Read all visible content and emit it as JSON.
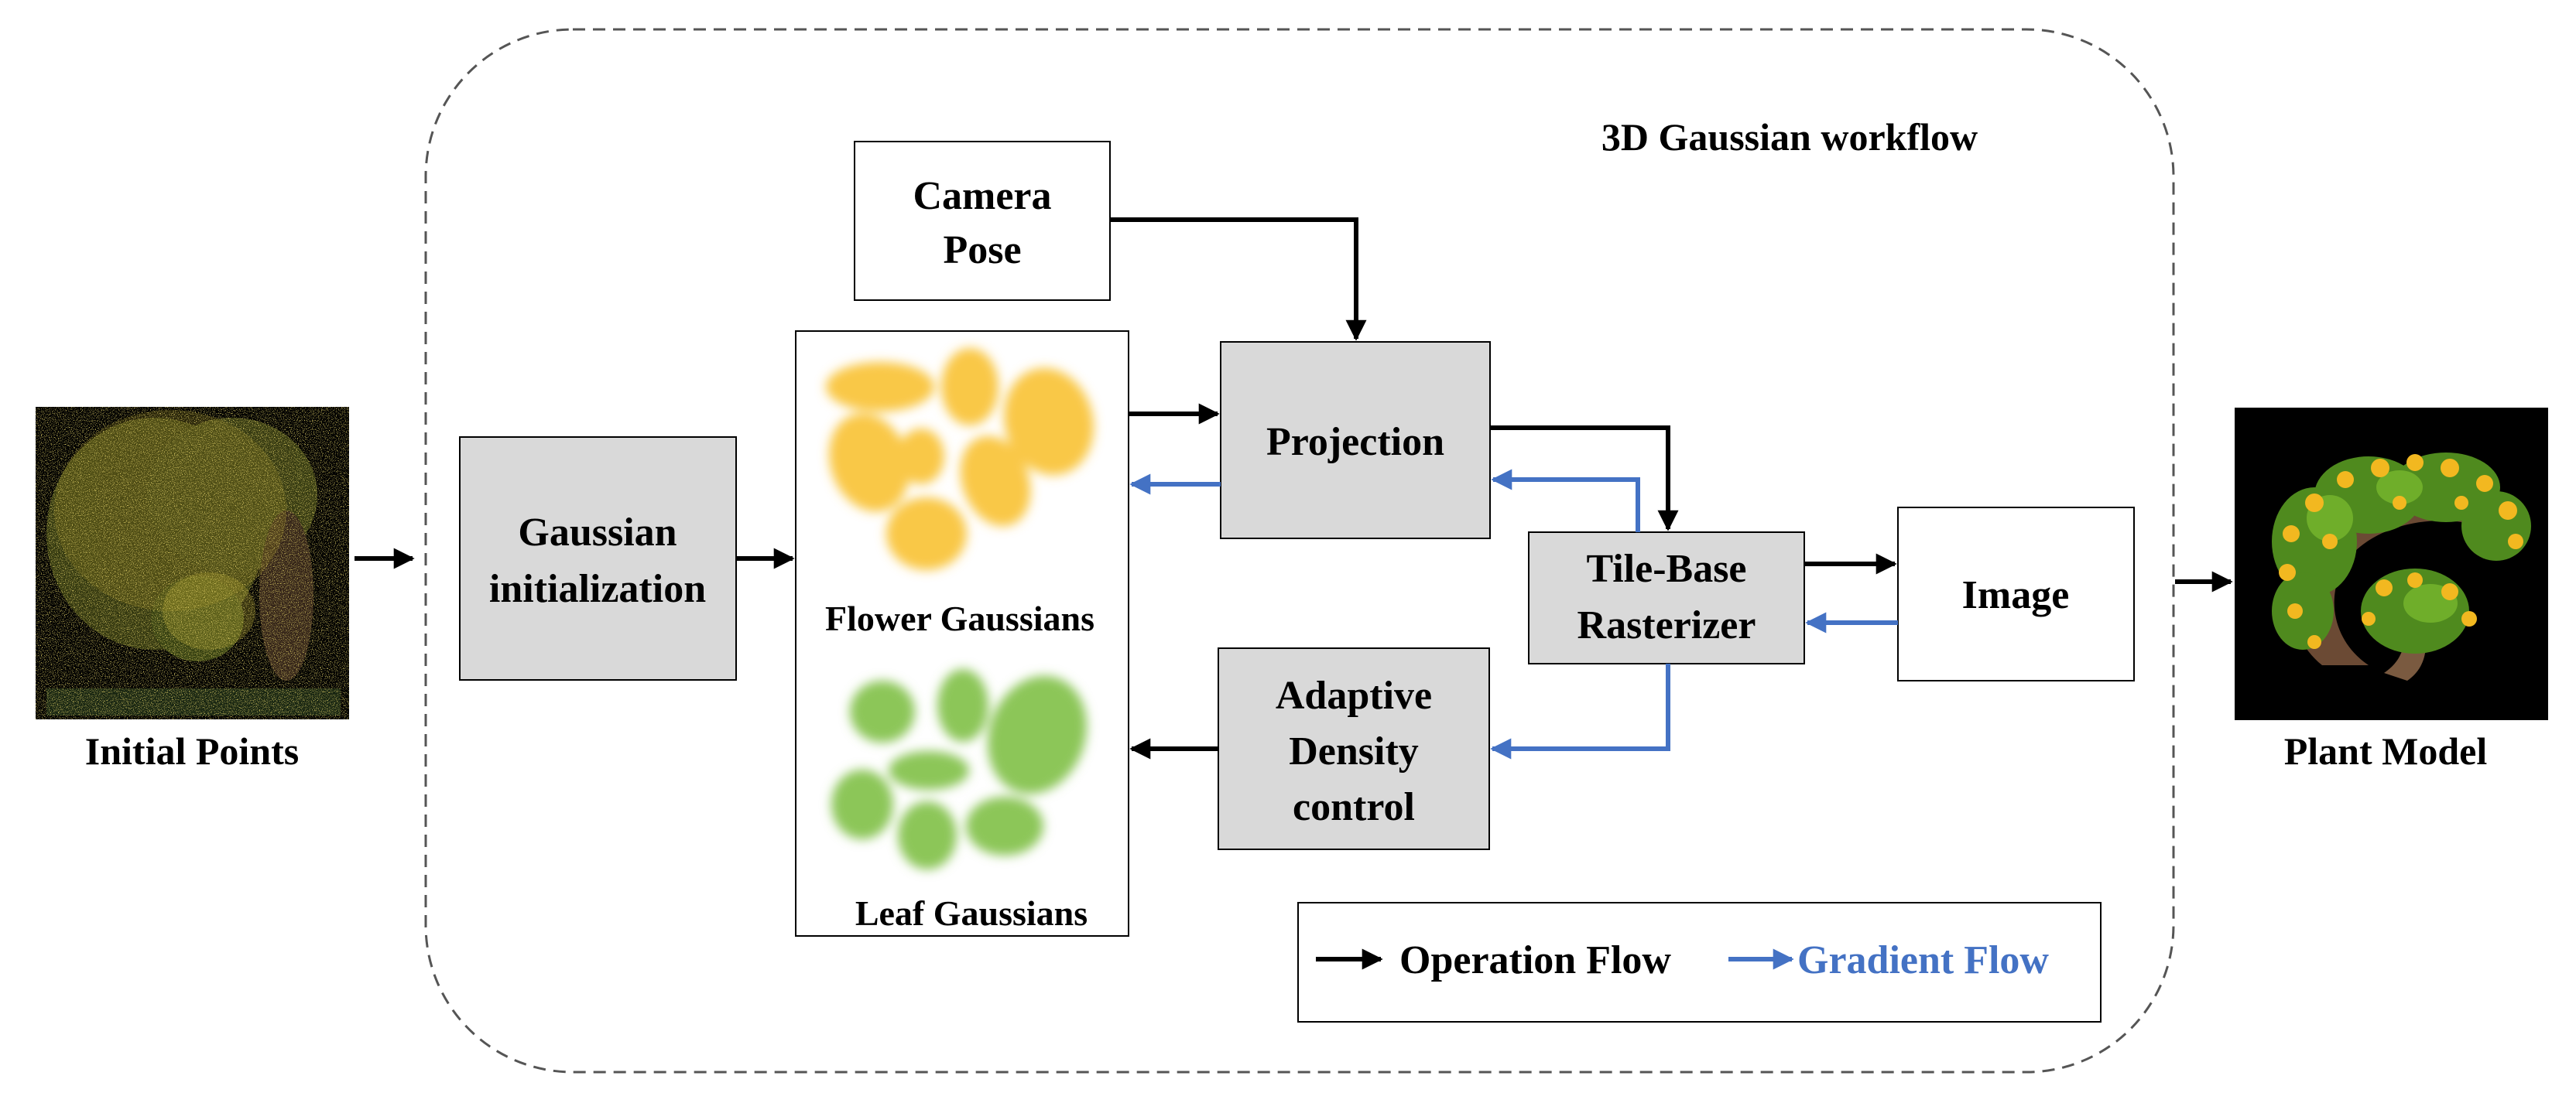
{
  "workflow": {
    "title": "3D Gaussian workflow"
  },
  "inputs": {
    "initial_points": {
      "caption": "Initial Points"
    },
    "plant_model": {
      "caption": "Plant Model"
    }
  },
  "nodes": {
    "gaussian_init": {
      "line1": "Gaussian",
      "line2": "initialization"
    },
    "camera_pose": {
      "line1": "Camera",
      "line2": "Pose"
    },
    "projection": {
      "label": "Projection"
    },
    "rasterizer": {
      "line1": "Tile-Base",
      "line2": "Rasterizer"
    },
    "image": {
      "label": "Image"
    },
    "adaptive": {
      "line1": "Adaptive",
      "line2": "Density",
      "line3": "control"
    },
    "gaussians": {
      "flower_caption": "Flower Gaussians",
      "leaf_caption": "Leaf Gaussians"
    }
  },
  "legend": {
    "operation": "Operation Flow",
    "gradient": "Gradient Flow"
  },
  "colors": {
    "operation_flow": "#000000",
    "gradient_flow": "#4472c4",
    "box_fill_gray": "#d9d9d9",
    "flower_gaussian": "#f9c846",
    "leaf_gaussian": "#8cc658"
  }
}
